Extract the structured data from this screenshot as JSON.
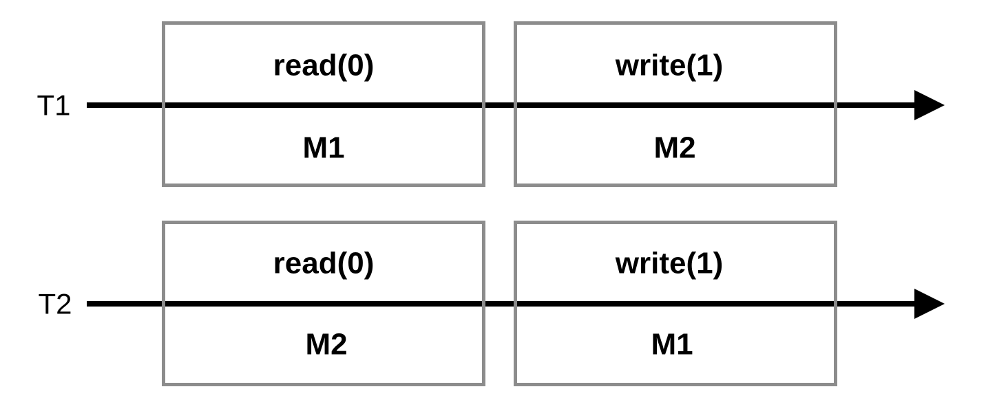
{
  "threads": [
    {
      "label": "T1",
      "ops": [
        {
          "op": "read(0)",
          "mem": "M1"
        },
        {
          "op": "write(1)",
          "mem": "M2"
        }
      ]
    },
    {
      "label": "T2",
      "ops": [
        {
          "op": "read(0)",
          "mem": "M2"
        },
        {
          "op": "write(1)",
          "mem": "M1"
        }
      ]
    }
  ],
  "colors": {
    "line": "#000000",
    "box_border": "#8c8c8c",
    "background": "#ffffff"
  }
}
